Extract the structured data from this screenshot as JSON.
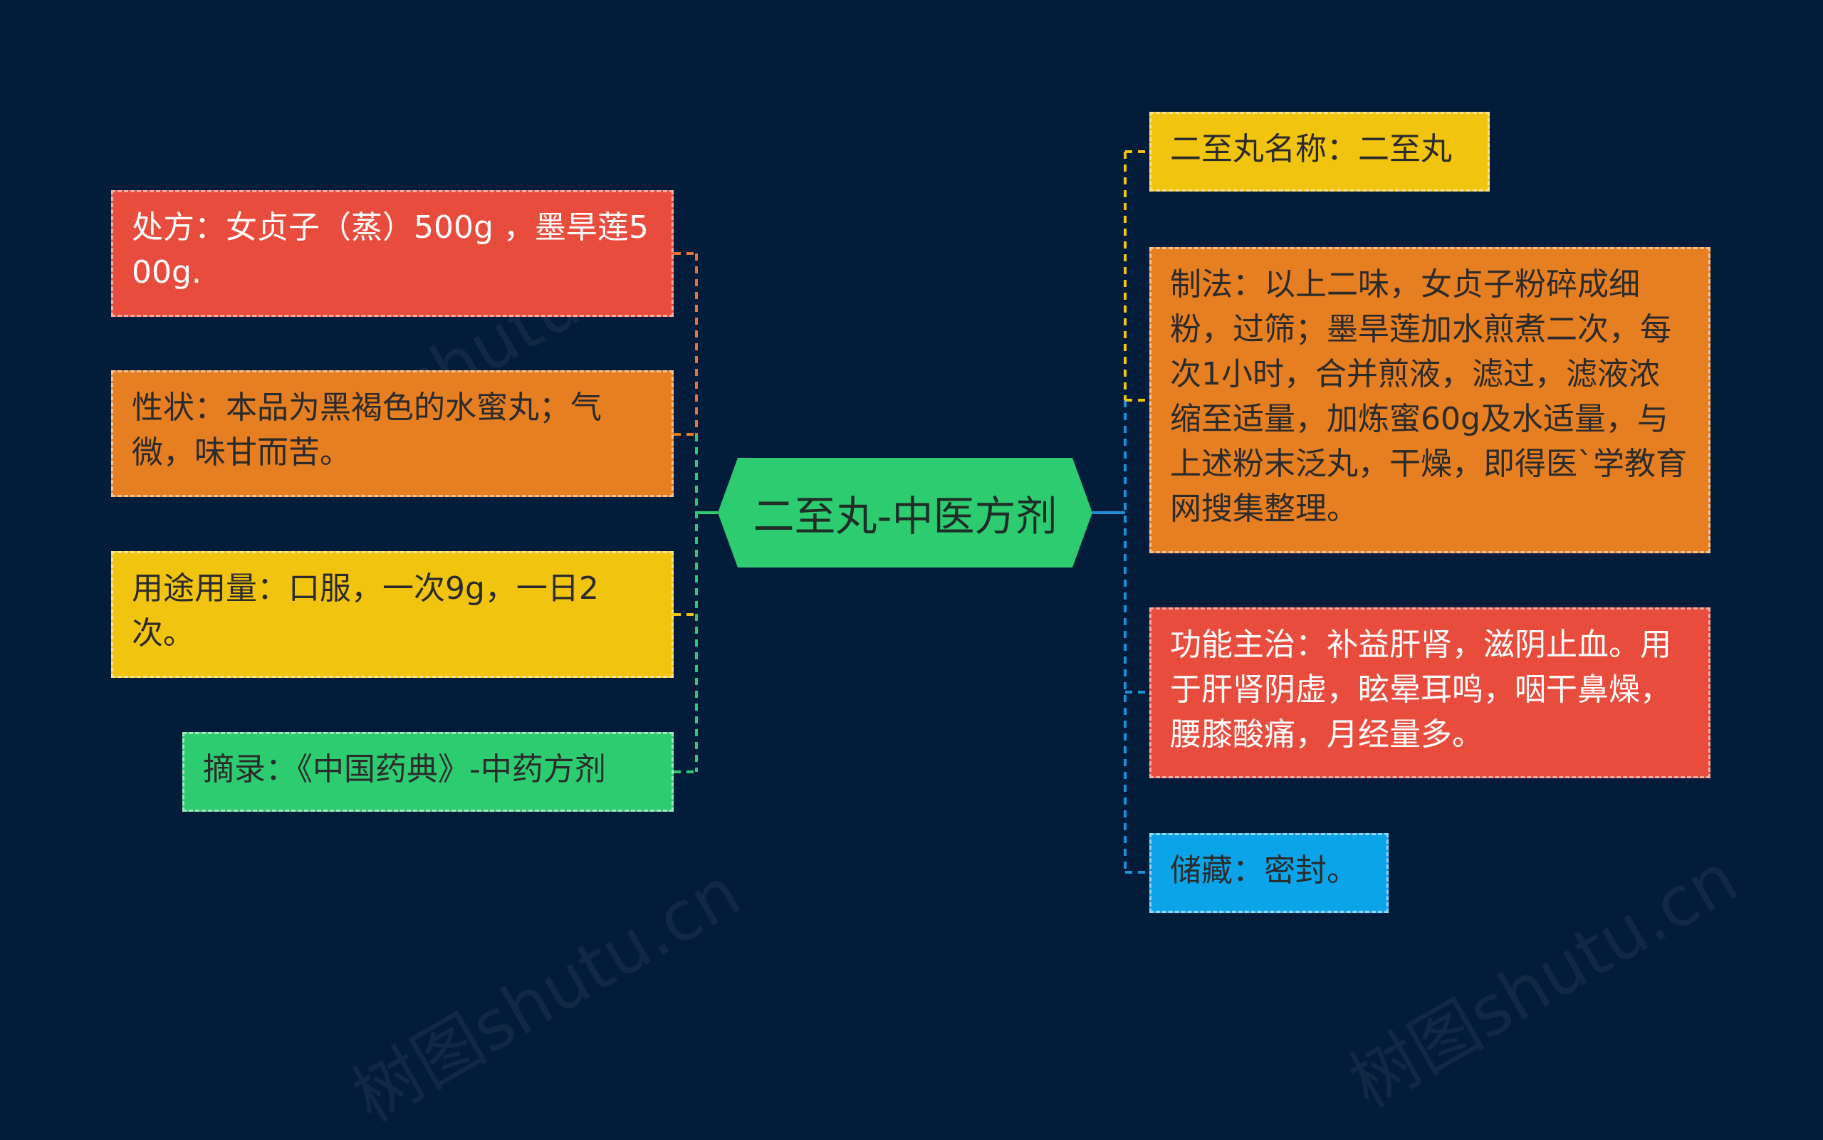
{
  "root": {
    "label": "二至丸-中医方剂",
    "color": "#2ecc71"
  },
  "left_nodes": [
    {
      "id": "prescription",
      "text": "处方：女贞子（蒸）500g ，墨旱莲500g.",
      "color": "#e84c3d",
      "line_color": "#e8743b"
    },
    {
      "id": "character",
      "text": "性状：本品为黑褐色的水蜜丸；气微，味甘而苦。",
      "color": "#e67e22",
      "line_color": "#e67e22"
    },
    {
      "id": "usage",
      "text": "用途用量：口服，一次9g，一日2次。",
      "color": "#f1c40f",
      "line_color": "#f1c40f"
    },
    {
      "id": "excerpt",
      "text": "摘录：《中国药典》-中药方剂",
      "color": "#2ecc71",
      "line_color": "#2ecc71"
    }
  ],
  "right_nodes": [
    {
      "id": "name",
      "text": "二至丸名称：二至丸",
      "color": "#f1c40f",
      "line_color": "#f1c40f"
    },
    {
      "id": "preparation",
      "text": "制法：以上二味，女贞子粉碎成细粉，过筛；墨旱莲加水煎煮二次，每次1小时，合并煎液，滤过，滤液浓缩至适量，加炼蜜60g及水适量，与上述粉末泛丸，干燥，即得医`学教育网搜集整理。",
      "color": "#e67e22",
      "line_color": "#f1c40f"
    },
    {
      "id": "function",
      "text": "功能主治：补益肝肾，滋阴止血。用于肝肾阴虚，眩晕耳鸣，咽干鼻燥，腰膝酸痛，月经量多。",
      "color": "#e84c3d",
      "line_color": "#1e90d6"
    },
    {
      "id": "storage",
      "text": "储藏：密封。",
      "color": "#0ba4e8",
      "line_color": "#1e90d6"
    }
  ],
  "colors": {
    "background": "#031c3a",
    "root_line": "#1e90d6"
  }
}
